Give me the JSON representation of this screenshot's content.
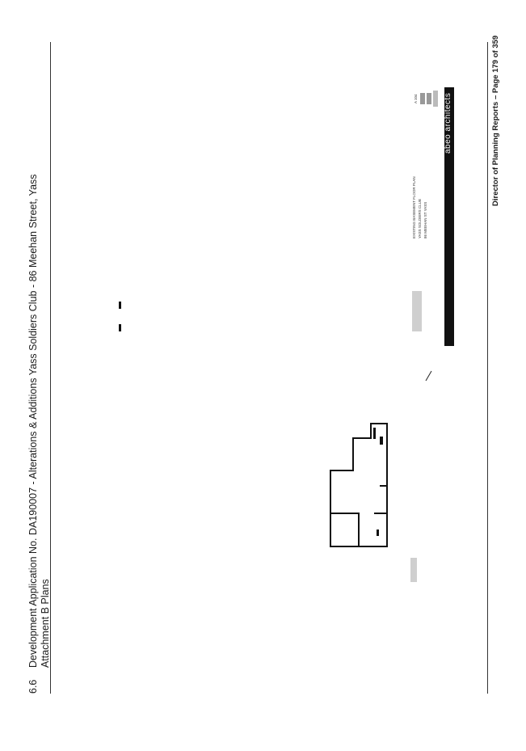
{
  "header": {
    "number": "6.6",
    "title": "Development Application No. DA190007 - Alterations & Additions Yass Soldiers Club - 86 Meehan Street, Yass",
    "subtitle": "Attachment B Plans"
  },
  "footer": {
    "text": "Director of Planning Reports – Page 179 of 359"
  },
  "title_block": {
    "drawing_title": "EXISTING BASEMENT FLOOR PLAN",
    "project": "YASS SOLDIERS CLUB",
    "address": "86 MEEHAN ST YASS",
    "sheet": "A 104",
    "logo": "abeo architects"
  },
  "colors": {
    "ink": "#111111",
    "rule": "#333333"
  }
}
